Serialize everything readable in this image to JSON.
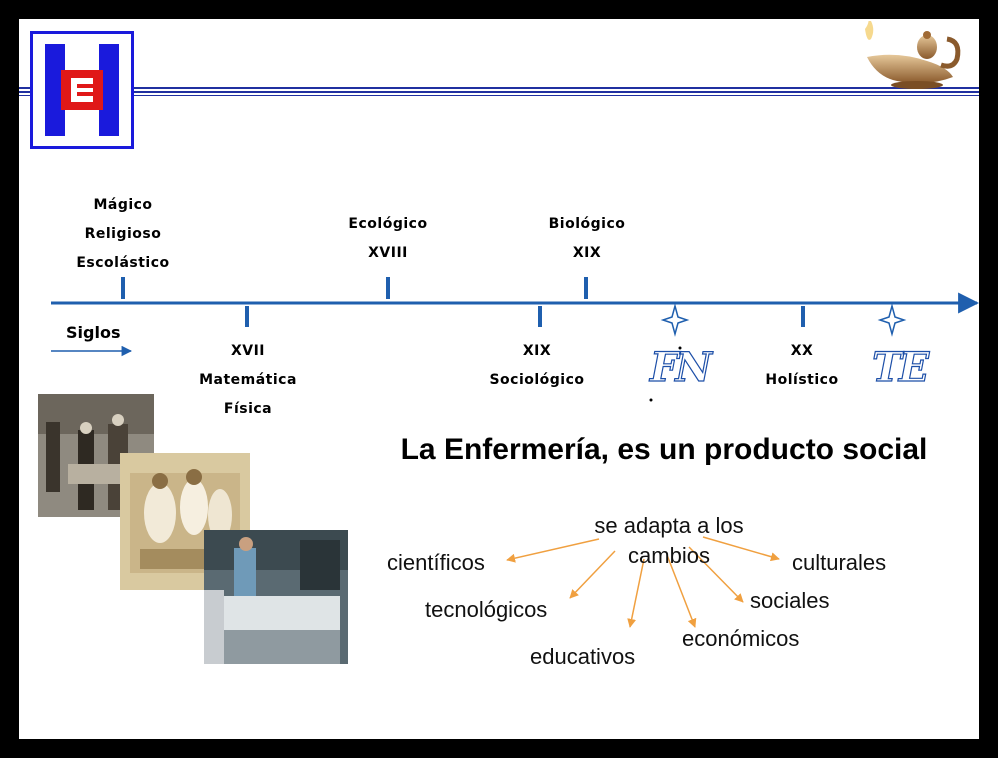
{
  "timeline": {
    "label": "Siglos",
    "above": [
      {
        "lines": [
          "Mágico",
          "Religioso",
          "Escolástico"
        ]
      },
      {
        "lines": [
          "Ecológico",
          "XVIII"
        ]
      },
      {
        "lines": [
          "Biológico",
          "XIX"
        ]
      }
    ],
    "below": [
      {
        "lines": [
          "XVII",
          "Matemática",
          "Física"
        ]
      },
      {
        "lines": [
          "XIX",
          "Sociológico"
        ]
      },
      {
        "lines": [
          "XX",
          "Holístico"
        ]
      }
    ],
    "markers": [
      "FN",
      "TE"
    ]
  },
  "concept": {
    "title": "La Enfermería, es un producto social",
    "center": "se adapta a los cambios",
    "branches": [
      "científicos",
      "tecnológicos",
      "educativos",
      "económicos",
      "sociales",
      "culturales"
    ]
  },
  "colors": {
    "timeline": "#1f5fae",
    "arrow": "#f0a040",
    "frame": "#000000",
    "logo_blue": "#1a1adc",
    "logo_red": "#e01818"
  },
  "icons": [
    "hospital-logo-icon",
    "oil-lamp-icon",
    "sparkle-star-icon"
  ]
}
